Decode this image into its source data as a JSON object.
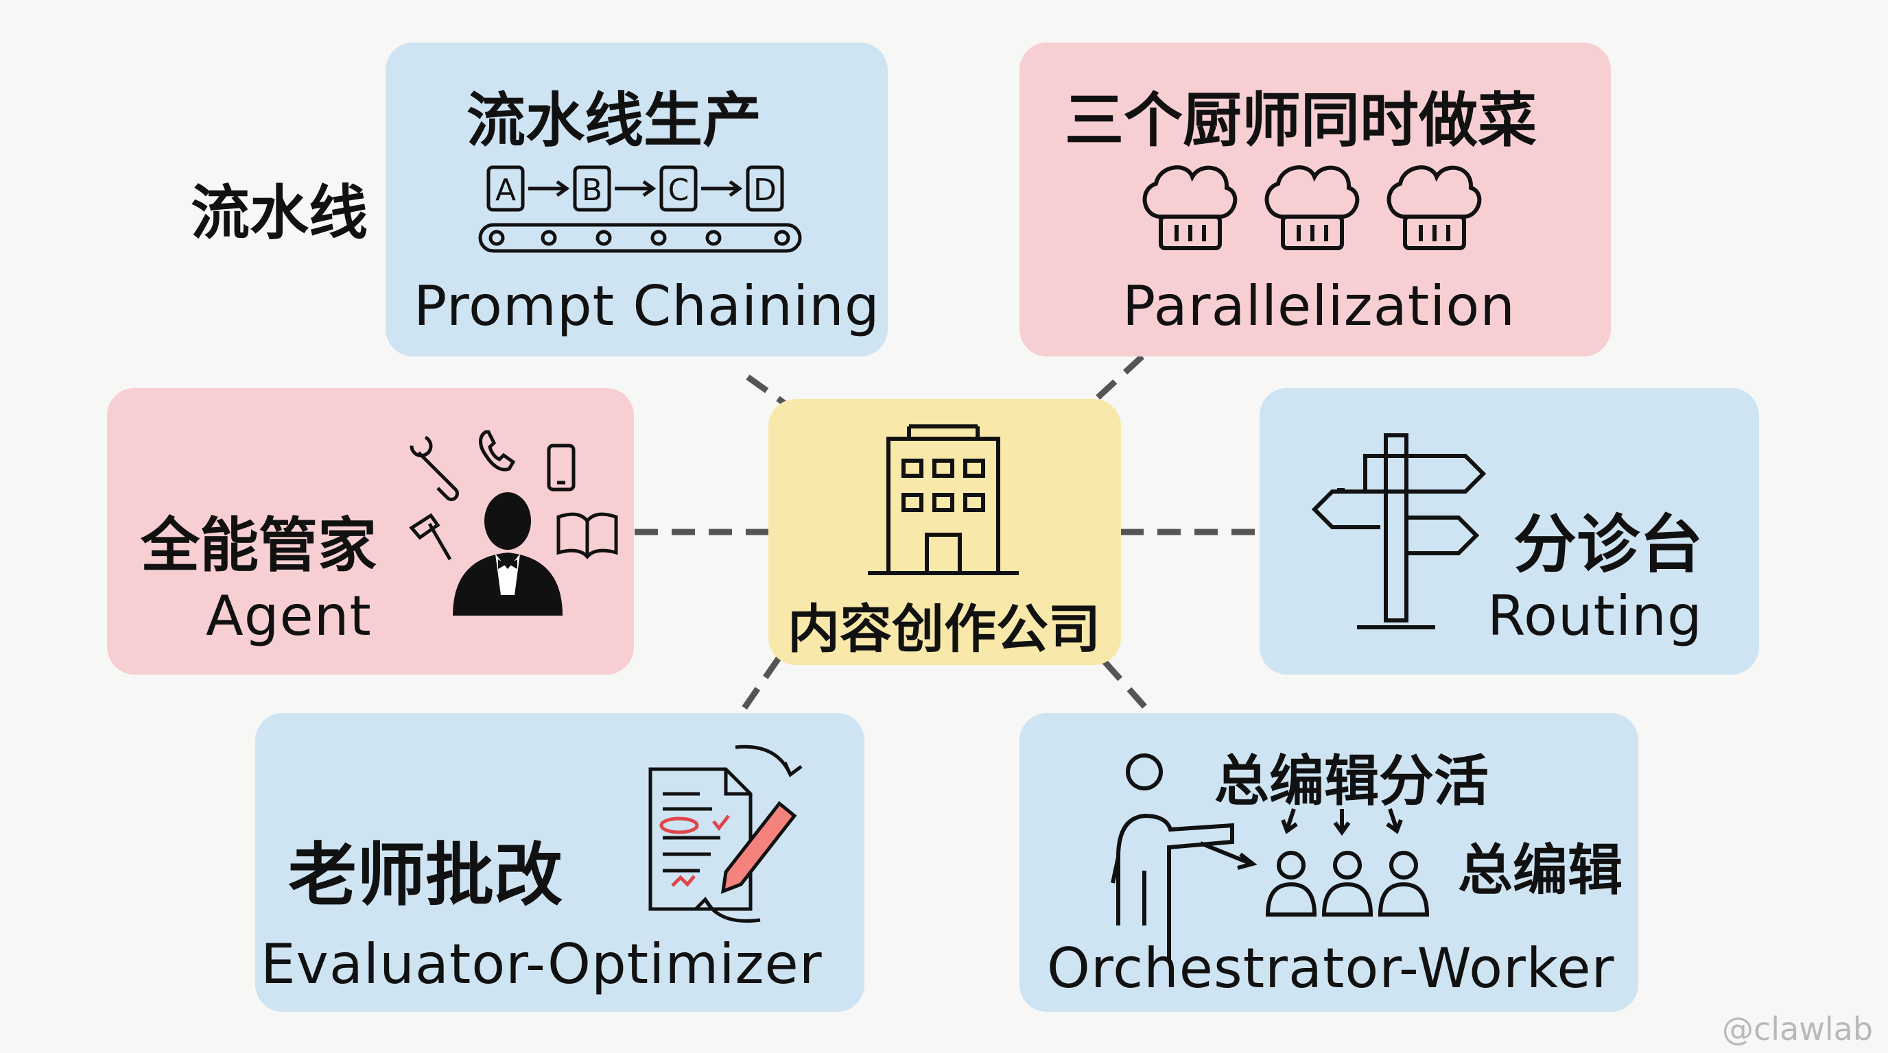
{
  "center": {
    "title": "内容创作公司",
    "icon": "office-building-icon"
  },
  "side_label": "流水线",
  "nodes": {
    "prompt_chaining": {
      "title": "流水线生产",
      "subtitle": "Prompt Chaining",
      "steps": [
        "A",
        "B",
        "C",
        "D"
      ],
      "icon": "conveyor-belt-icon",
      "color": "#cfe4f3"
    },
    "parallelization": {
      "title": "三个厨师同时做菜",
      "subtitle": "Parallelization",
      "icon": "chef-hat-icon",
      "color": "#f7cfd2"
    },
    "agent": {
      "title": "全能管家",
      "subtitle": "Agent",
      "icon": "butler-icon",
      "color": "#f7cfd2"
    },
    "routing": {
      "title": "分诊台",
      "subtitle": "Routing",
      "icon": "signpost-icon",
      "color": "#cfe4f3"
    },
    "evaluator_optimizer": {
      "title": "老师批改",
      "subtitle": "Evaluator-Optimizer",
      "icon": "document-pen-icon",
      "color": "#cfe4f3"
    },
    "orchestrator_worker": {
      "title": "总编辑分活",
      "label": "总编辑",
      "subtitle": "Orchestrator-Worker",
      "icon": "team-icon",
      "color": "#cfe4f3"
    }
  },
  "watermark": "@clawlab"
}
